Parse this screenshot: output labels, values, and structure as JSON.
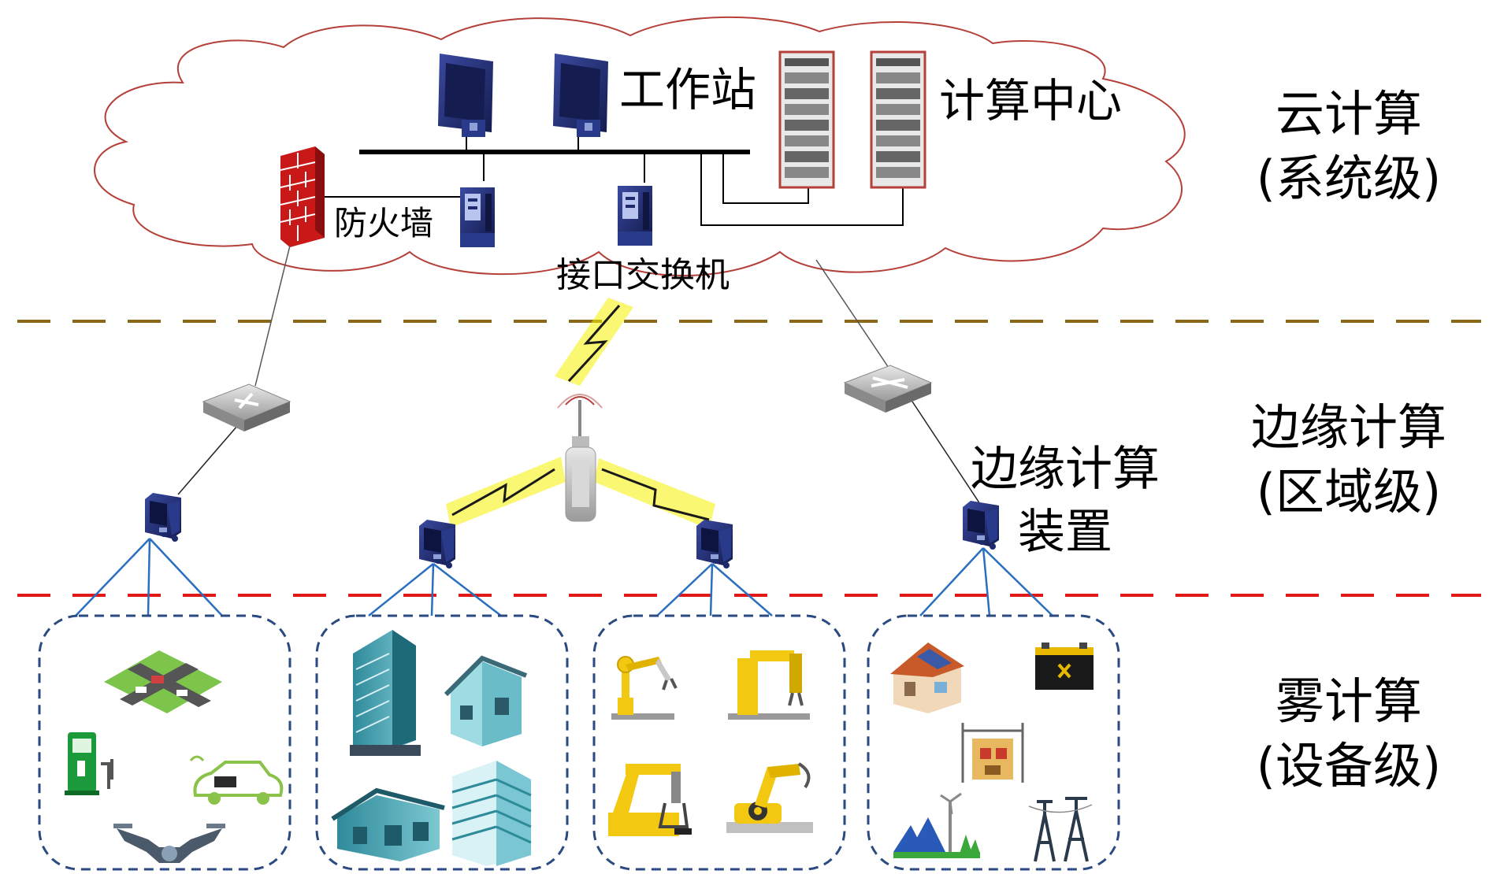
{
  "labels": {
    "workstation": "工作站",
    "computing_center": "计算中心",
    "firewall": "防火墙",
    "interface_switch": "接口交换机",
    "edge_device_line1": "边缘计算",
    "edge_device_line2": "装置"
  },
  "tiers": [
    {
      "name": "云计算",
      "level": "(系统级)"
    },
    {
      "name": "边缘计算",
      "level": "(区域级)"
    },
    {
      "name": "雾计算",
      "level": "(设备级)"
    }
  ],
  "colors": {
    "cloud_outline": "#b5403a",
    "cloud_edge_divider": "#8a6a1a",
    "edge_fog_divider": "#e01818",
    "fog_group_border": "#2a4a80",
    "device_links": "#2a6fc0",
    "wireless_glow": "#f5f000",
    "server_navy": "#1e2a6e",
    "firewall_red": "#c81818"
  },
  "fog_groups": [
    {
      "name": "transport",
      "icons": [
        "intersection-icon",
        "charging-pile-icon",
        "electric-car-icon",
        "drone-icon"
      ]
    },
    {
      "name": "buildings",
      "icons": [
        "office-tower-icon",
        "house-icon",
        "low-building-icon",
        "high-rise-icon"
      ]
    },
    {
      "name": "industry",
      "icons": [
        "robot-arm-icon",
        "robot-arm-icon",
        "robot-arm-icon",
        "robot-arm-icon"
      ]
    },
    {
      "name": "energy",
      "icons": [
        "solar-house-icon",
        "battery-icon",
        "substation-icon",
        "wind-solar-icon",
        "transmission-tower-icon"
      ]
    }
  ]
}
